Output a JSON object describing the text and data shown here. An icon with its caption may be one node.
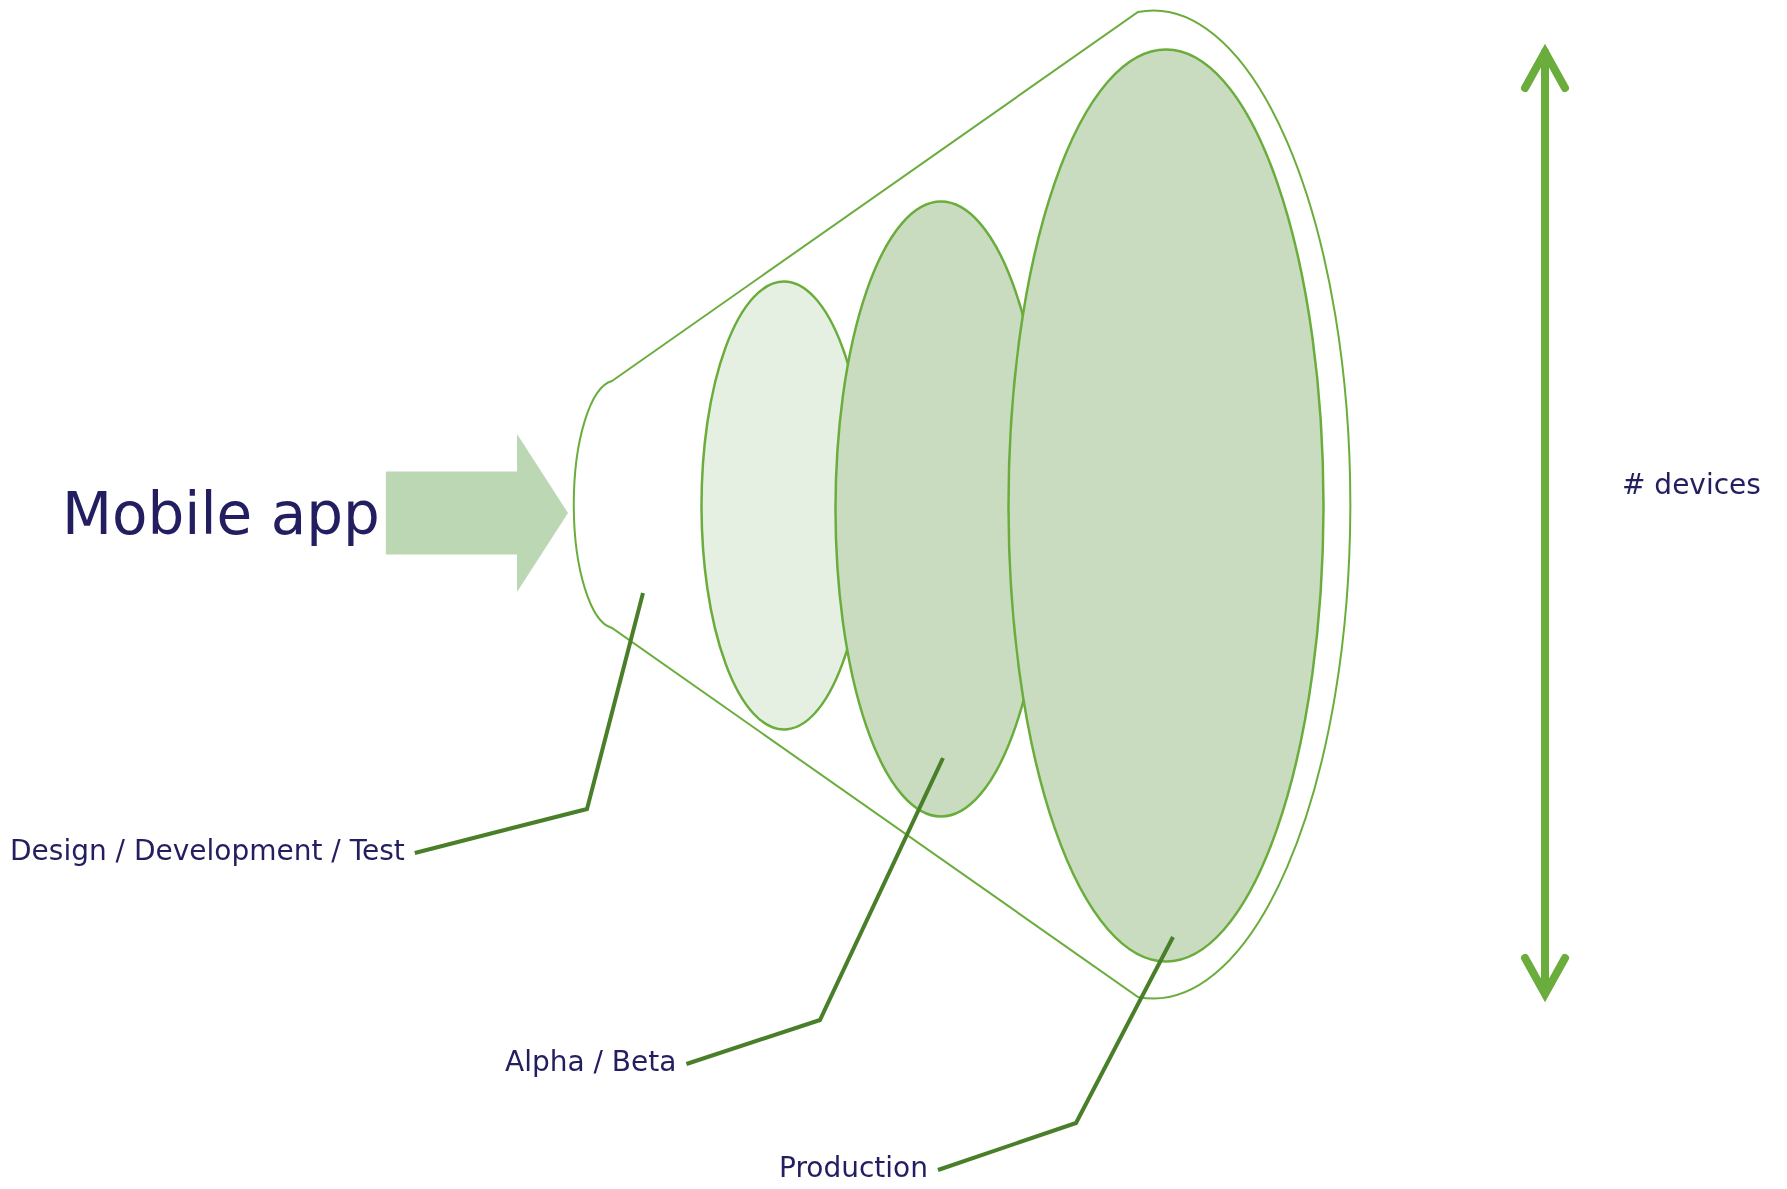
{
  "diagram": {
    "nodes": [
      {
        "text": [
          "Mobile app"
        ]
      },
      {
        "text": [],
        "shape": "cone"
      },
      {
        "text": [],
        "shape": "ellipse",
        "in": 1
      },
      {
        "text": [],
        "shape": "ellipse",
        "in": 1
      },
      {
        "text": [],
        "shape": "ellipse",
        "in": 1
      },
      {
        "text": [
          "Design / Development / Test"
        ]
      },
      {
        "text": [
          "Alpha / Beta"
        ]
      },
      {
        "text": [
          "Production"
        ]
      }
    ],
    "edges": [
      {
        "from": 0,
        "to": 1,
        "arrow": "to",
        "style": "thick",
        "color": "#bcd7b4"
      },
      {
        "from": 5,
        "to": 1,
        "arrow": "none"
      },
      {
        "from": 6,
        "to": 3,
        "arrow": "none"
      },
      {
        "from": 7,
        "to": 4,
        "arrow": "none"
      }
    ],
    "labels": [
      "# devices"
    ]
  }
}
